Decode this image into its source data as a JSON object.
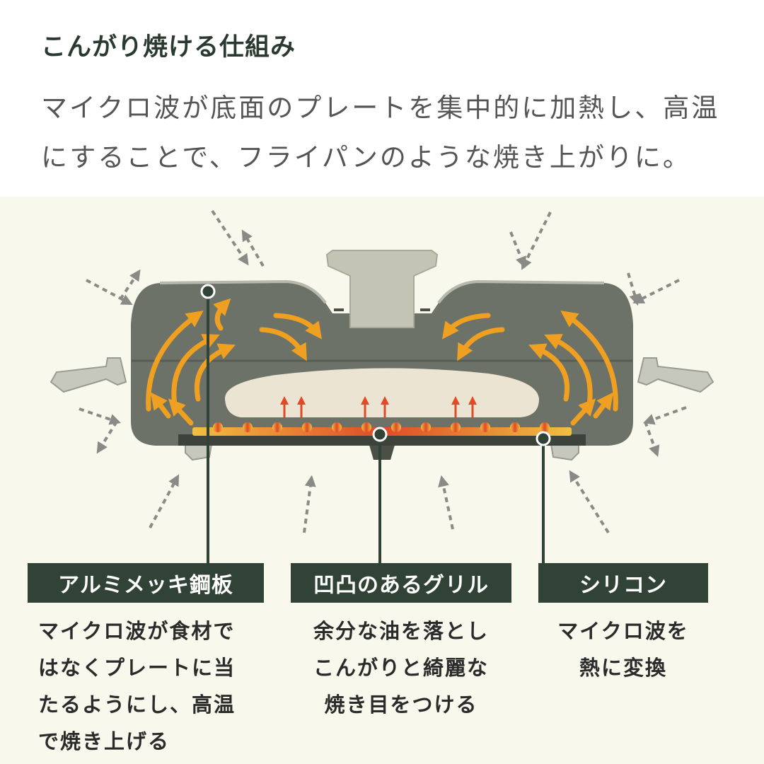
{
  "title": "こんがり焼ける仕組み",
  "lead": [
    "マイクロ波が底面のプレートを集中的に加熱し、高温",
    "にすることで、フライパンのような焼き上がりに。"
  ],
  "labels": [
    {
      "name": "アルミメッキ鋼板",
      "desc": [
        "マイクロ波が食材で",
        "はなくプレートに当",
        "たるようにし、高温",
        "で焼き上げる"
      ]
    },
    {
      "name": "凹凸のあるグリル",
      "desc": [
        "余分な油を落とし",
        "こんがりと綺麗な",
        "焼き目をつける"
      ]
    },
    {
      "name": "シリコン",
      "desc": [
        "マイクロ波を",
        "熱に変換"
      ]
    }
  ],
  "colors": {
    "dark_green": "#314236",
    "pan_gray": "#6c7268",
    "lid_handle": "#c4c4b4",
    "food": "#ece4d2",
    "arrow_orange": "#f0a020",
    "heat_red": "#e04a28",
    "background": "#f8f8ec"
  },
  "icons": [
    "microwave-arrow-icon",
    "heat-flow-arrow-icon",
    "steam-arrow-icon"
  ]
}
